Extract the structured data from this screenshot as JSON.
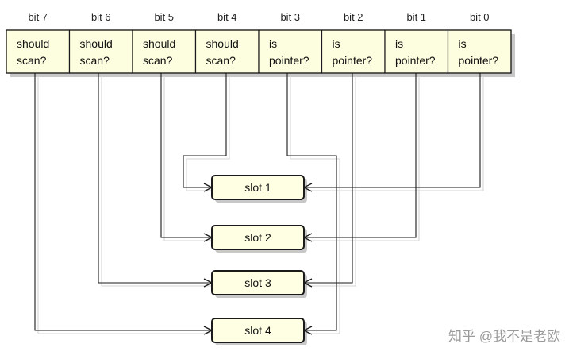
{
  "bits": [
    {
      "label": "bit 7",
      "lines": [
        "should",
        "scan?"
      ],
      "target": 4
    },
    {
      "label": "bit 6",
      "lines": [
        "should",
        "scan?"
      ],
      "target": 3
    },
    {
      "label": "bit 5",
      "lines": [
        "should",
        "scan?"
      ],
      "target": 2
    },
    {
      "label": "bit 4",
      "lines": [
        "should",
        "scan?"
      ],
      "target": 1
    },
    {
      "label": "bit 3",
      "lines": [
        "is",
        "pointer?"
      ],
      "target": 4
    },
    {
      "label": "bit 2",
      "lines": [
        "is",
        "pointer?"
      ],
      "target": 3
    },
    {
      "label": "bit 1",
      "lines": [
        "is",
        "pointer?"
      ],
      "target": 2
    },
    {
      "label": "bit 0",
      "lines": [
        "is",
        "pointer?"
      ],
      "target": 1
    }
  ],
  "slots": [
    "slot 1",
    "slot 2",
    "slot 3",
    "slot 4"
  ],
  "watermark": "知乎 @我不是老欧",
  "colors": {
    "cell_fill": "#fdfde0",
    "slot_fill": "#ffffe4",
    "stroke": "#1a1a1a",
    "shadow": "#c8c8c8"
  }
}
